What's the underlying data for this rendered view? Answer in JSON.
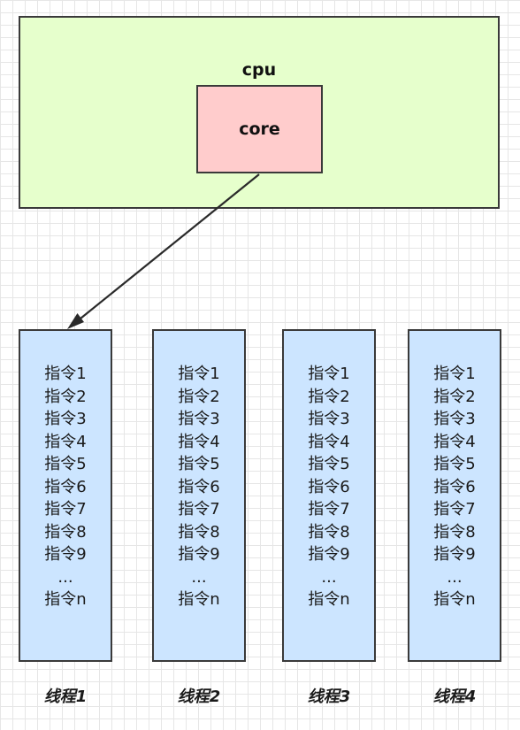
{
  "cpu": {
    "label": "cpu"
  },
  "core": {
    "label": "core"
  },
  "threads": [
    {
      "label": "线程1",
      "instructions": [
        "指令1",
        "指令2",
        "指令3",
        "指令4",
        "指令5",
        "指令6",
        "指令7",
        "指令8",
        "指令9",
        "...",
        "指令n"
      ]
    },
    {
      "label": "线程2",
      "instructions": [
        "指令1",
        "指令2",
        "指令3",
        "指令4",
        "指令5",
        "指令6",
        "指令7",
        "指令8",
        "指令9",
        "...",
        "指令n"
      ]
    },
    {
      "label": "线程3",
      "instructions": [
        "指令1",
        "指令2",
        "指令3",
        "指令4",
        "指令5",
        "指令6",
        "指令7",
        "指令8",
        "指令9",
        "...",
        "指令n"
      ]
    },
    {
      "label": "线程4",
      "instructions": [
        "指令1",
        "指令2",
        "指令3",
        "指令4",
        "指令5",
        "指令6",
        "指令7",
        "指令8",
        "指令9",
        "...",
        "指令n"
      ]
    }
  ],
  "colors": {
    "cpu_fill": "#e6ffcc",
    "core_fill": "#ffcccc",
    "thread_fill": "#cce5ff",
    "stroke": "#3a3a3a"
  }
}
